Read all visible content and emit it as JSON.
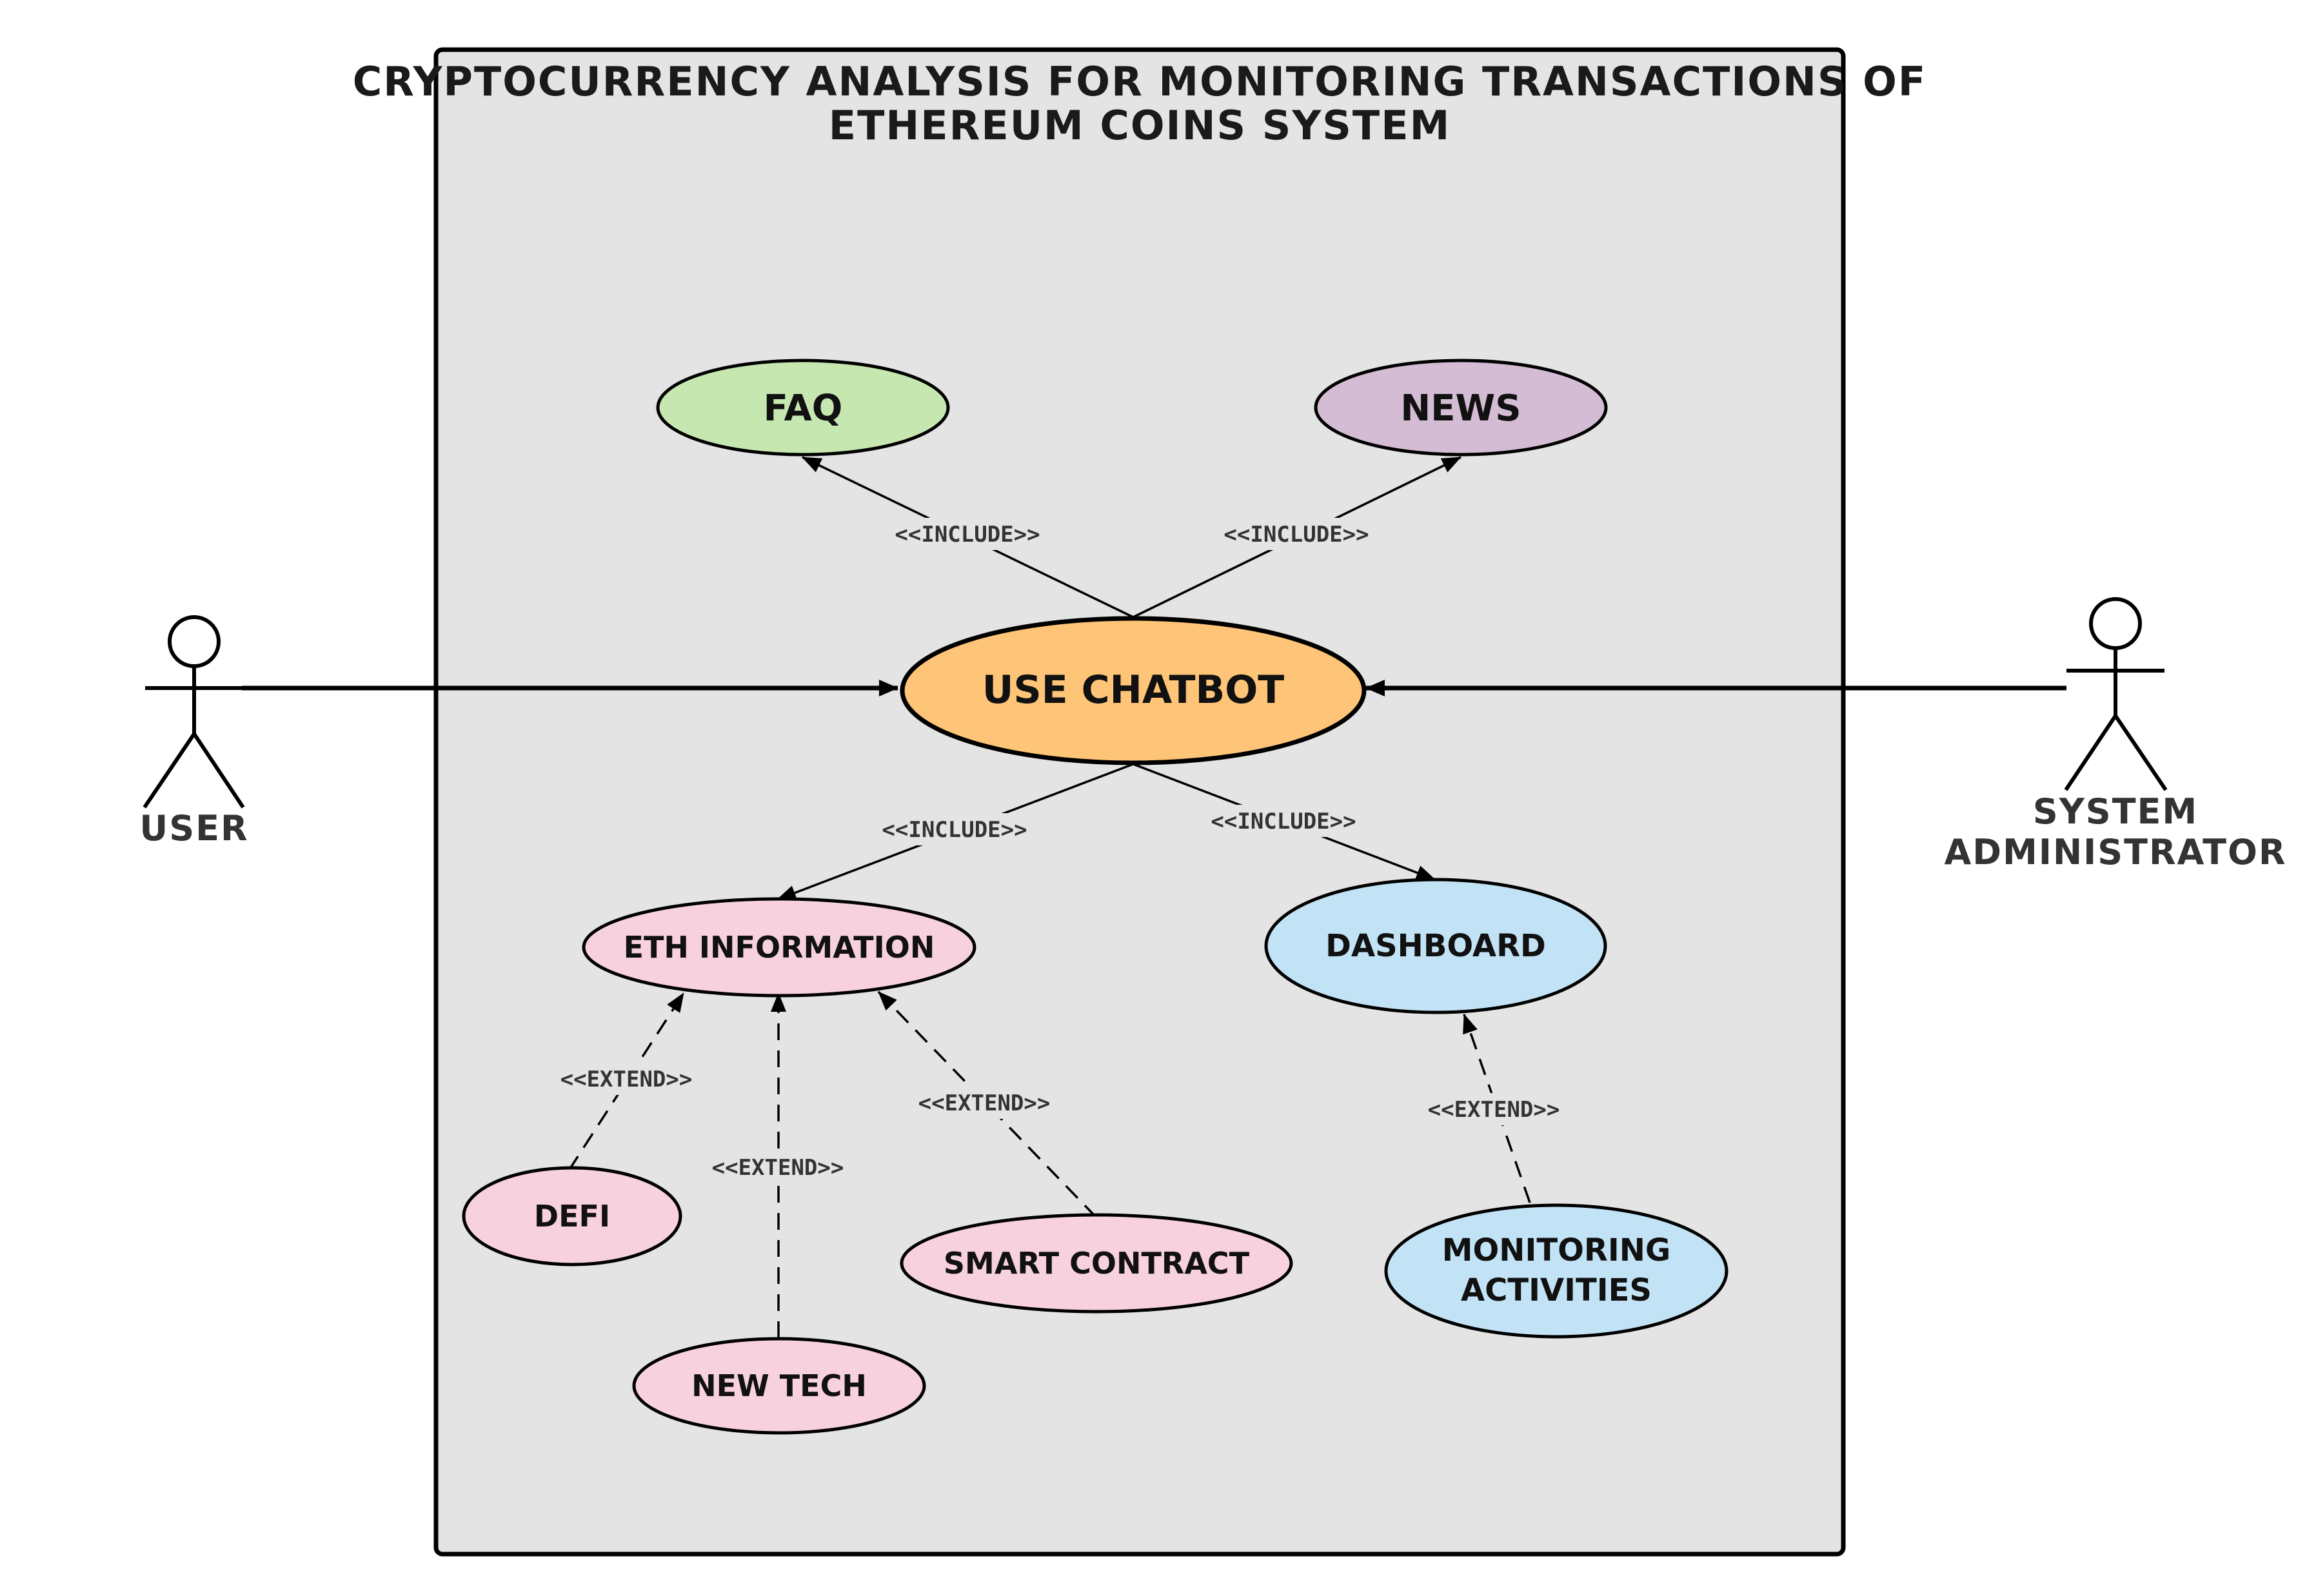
{
  "diagram": {
    "title_line1": "CRYPTOCURRENCY ANALYSIS FOR MONITORING TRANSACTIONS OF",
    "title_line2": "ETHEREUM COINS SYSTEM"
  },
  "actors": {
    "user": "USER",
    "admin_line1": "SYSTEM",
    "admin_line2": "ADMINISTRATOR"
  },
  "use_cases": {
    "faq": "FAQ",
    "news": "NEWS",
    "use_chatbot": "USE CHATBOT",
    "eth_information": "ETH INFORMATION",
    "dashboard": "DASHBOARD",
    "defi": "DEFI",
    "new_tech": "NEW TECH",
    "smart_contract": "SMART CONTRACT",
    "monitoring_line1": "MONITORING",
    "monitoring_line2": "ACTIVITIES"
  },
  "relations": {
    "include_faq": "<<INCLUDE>>",
    "include_news": "<<INCLUDE>>",
    "include_eth": "<<INCLUDE>>",
    "include_dashboard": "<<INCLUDE>>",
    "extend_defi": "<<EXTEND>>",
    "extend_newtech": "<<EXTEND>>",
    "extend_smart": "<<EXTEND>>",
    "extend_monitoring": "<<EXTEND>>"
  },
  "colors": {
    "system_fill": "#e4e4e4",
    "faq_fill": "#c6e8b0",
    "news_fill": "#d4bcd4",
    "chatbot_fill": "#fec477",
    "pink_fill": "#f8d1de",
    "blue_fill": "#c2e3f5"
  }
}
